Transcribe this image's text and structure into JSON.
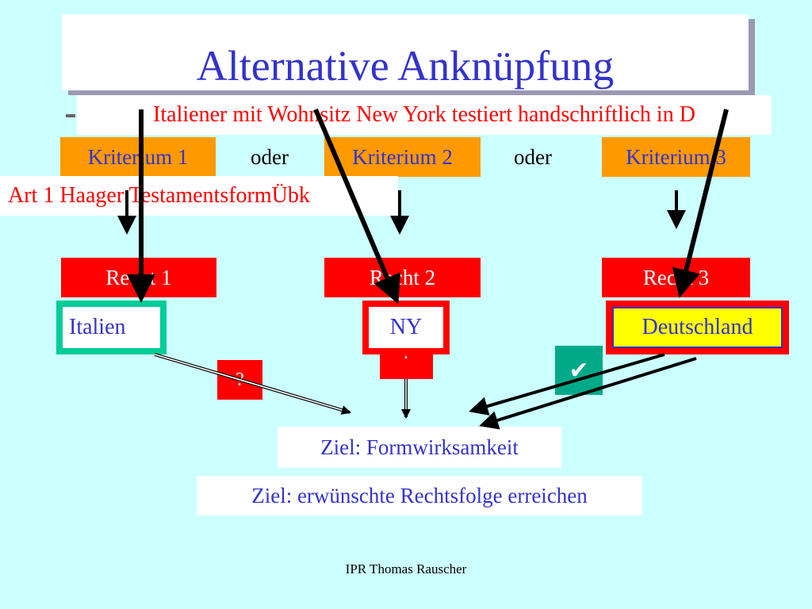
{
  "title": "Alternative Anknüpfung",
  "case_text": "Italiener mit Wohnsitz New York testiert handschriftlich in D",
  "criteria": [
    "Kriterium 1",
    "Kriterium 2",
    "Kriterium 3"
  ],
  "connector": "oder",
  "rule_text": "Art 1 Haager TestamentsformÜbk",
  "laws": [
    "Recht 1",
    "Recht 2",
    "Recht 3"
  ],
  "outcomes": [
    "Italien",
    "NY",
    "Deutschland"
  ],
  "question_mark": "?",
  "check_mark": "✔",
  "goals": [
    "Ziel: Formwirksamkeit",
    "Ziel: erwünschte Rechtsfolge erreichen"
  ],
  "footer": "IPR Thomas Rauscher",
  "colors": {
    "background": "#ccffff",
    "title": "#3333cc",
    "criteria": "#ff9900",
    "law": "#ff0000",
    "accent_green": "#00cc99",
    "highlight": "#ffff00",
    "case_text": "#ff0000"
  }
}
